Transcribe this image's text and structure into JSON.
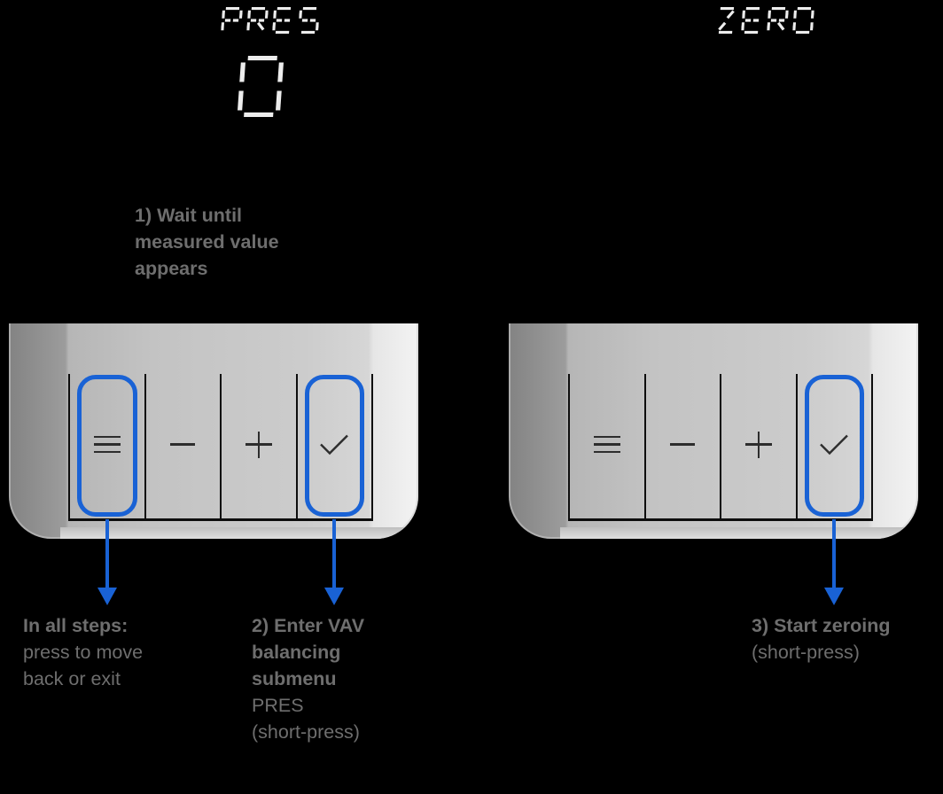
{
  "colors": {
    "highlight_blue": "#1962d5",
    "annotation_text_gray": "#6e6e6e",
    "segment_white": "#ededed",
    "device_face_gray": "#c9c9c9",
    "background": "#000000"
  },
  "seg_displays": {
    "left_label": "PRES",
    "left_value": "0",
    "right_label": "ZERO"
  },
  "annotations": {
    "step1": {
      "lines": [
        "1) Wait until",
        "measured value",
        "appears"
      ]
    },
    "menu_note": {
      "bold_lines": [
        "In all steps:"
      ],
      "normal_lines": [
        "press to move",
        "back or exit"
      ]
    },
    "step2": {
      "bold_lines": [
        "2) Enter VAV",
        "balancing",
        "submenu"
      ],
      "normal_lines": [
        "PRES",
        "(short-press)"
      ]
    },
    "step3": {
      "bold_lines": [
        "3) Start zeroing"
      ],
      "normal_lines": [
        "(short-press)"
      ]
    }
  },
  "device": {
    "buttons": [
      {
        "icon": "menu-icon"
      },
      {
        "icon": "minus-icon"
      },
      {
        "icon": "plus-icon"
      },
      {
        "icon": "check-icon"
      }
    ],
    "left_device_highlighted_buttons": [
      "menu",
      "check"
    ],
    "right_device_highlighted_buttons": [
      "check"
    ]
  }
}
